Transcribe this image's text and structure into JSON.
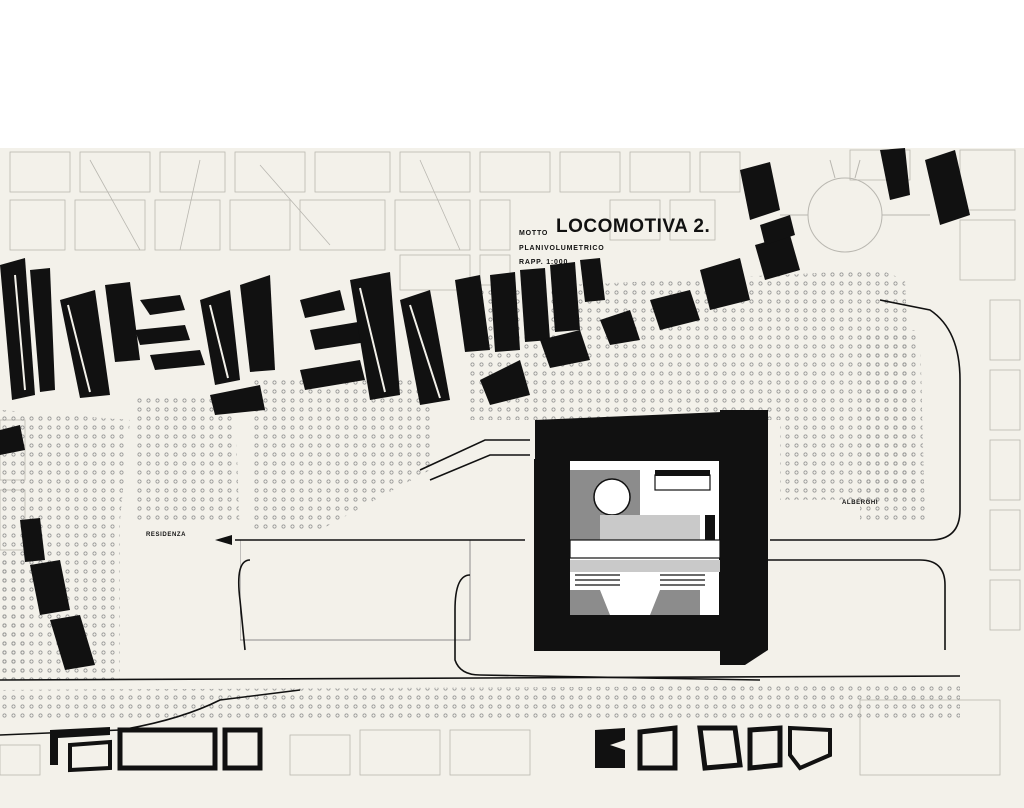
{
  "title": "LOCOMOTIVA 2.",
  "labels": {
    "motto": "MOTTO",
    "planivolumetrico": "PLANIVOLUMETRICO",
    "scale": "RAPP. 1:000",
    "residenza": "RESIDENZA",
    "alberghi": "ALBERGHI"
  },
  "colors": {
    "paper": "#f3f1ea",
    "ink": "#111111",
    "grey": "#8c8c8c",
    "light_grey": "#c9c9c9",
    "street_line": "#b9b7b0"
  }
}
